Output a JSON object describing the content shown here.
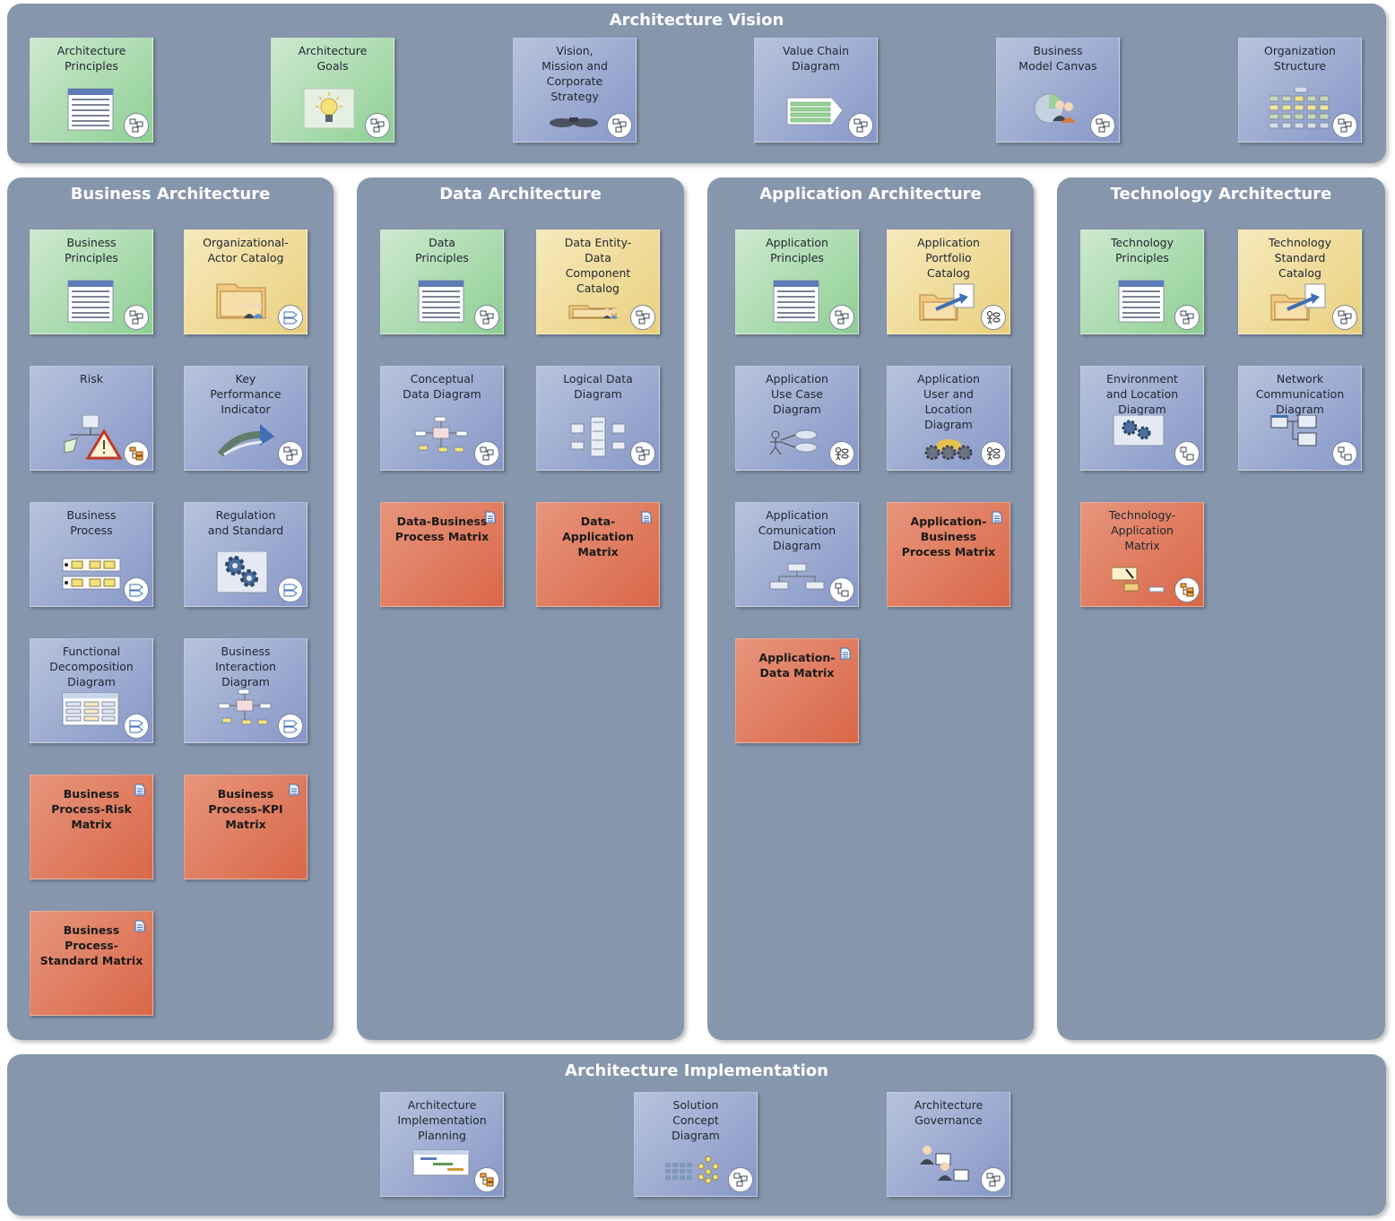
{
  "panels": {
    "vision": "Architecture Vision",
    "business": "Business Architecture",
    "data": "Data Architecture",
    "application": "Application Architecture",
    "technology": "Technology Architecture",
    "implementation": "Architecture Implementation"
  },
  "tiles": {
    "v1": "Architecture\nPrinciples",
    "v2": "Architecture\nGoals",
    "v3": "Vision,\nMission and\nCorporate\nStrategy",
    "v4": "Value Chain\nDiagram",
    "v5": "Business\nModel Canvas",
    "v6": "Organization\nStructure",
    "b1": "Business\nPrinciples",
    "b2": "Organizational-\nActor Catalog",
    "b3": "Risk",
    "b4": "Key\nPerformance\nIndicator",
    "b5": "Business\nProcess",
    "b6": "Regulation\nand Standard",
    "b7": "Functional\nDecomposition\nDiagram",
    "b8": "Business\nInteraction\nDiagram",
    "b9": "Business\nProcess-Risk\nMatrix",
    "b10": "Business\nProcess-KPI\nMatrix",
    "b11": "Business\nProcess-\nStandard Matrix",
    "d1": "Data\nPrinciples",
    "d2": "Data Entity-\nData\nComponent\nCatalog",
    "d3": "Conceptual\nData Diagram",
    "d4": "Logical Data\nDiagram",
    "d5": "Data-Business\nProcess Matrix",
    "d6": "Data-\nApplication\nMatrix",
    "a1": "Application\nPrinciples",
    "a2": "Application\nPortfolio\nCatalog",
    "a3": "Application\nUse Case\nDiagram",
    "a4": "Application\nUser and\nLocation\nDiagram",
    "a5": "Application\nComunication\nDiagram",
    "a6": "Application-\nBusiness\nProcess Matrix",
    "a7": "Application-\nData Matrix",
    "t1": "Technology\nPrinciples",
    "t2": "Technology\nStandard\nCatalog",
    "t3": "Environment\nand Location\nDiagram",
    "t4": "Network\nCommunication\nDiagram",
    "t5": "Technology-\nApplication\nMatrix",
    "i1": "Architecture\nImplementation\nPlanning",
    "i2": "Solution\nConcept\nDiagram",
    "i3": "Architecture\nGovernance"
  },
  "colors": {
    "panel": "#8596ad",
    "principle_tile": "#a8dcae",
    "catalog_tile": "#f0dd99",
    "diagram_tile": "#a3b0d6",
    "matrix_tile": "#e07a5c"
  }
}
